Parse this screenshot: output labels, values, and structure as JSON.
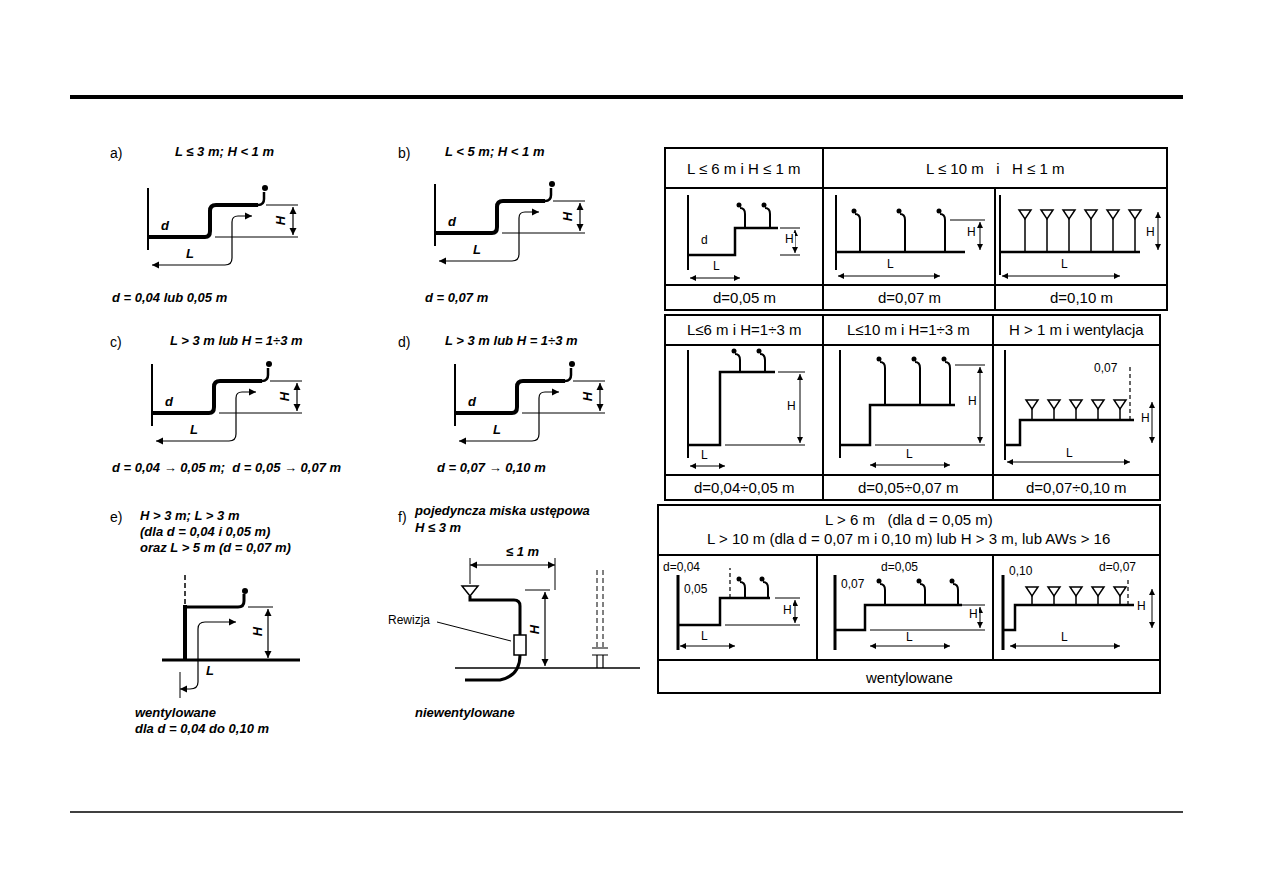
{
  "diagram": {
    "labels": [
      "a)",
      "L ≤ 3 m; H < 1 m",
      "d",
      "L",
      "H",
      "d = 0,04 lub 0,05 m",
      "b)",
      "L < 5 m; H < 1 m",
      "d",
      "L",
      "H",
      "d = 0,07 m",
      "c)",
      "L > 3 m lub H = 1÷3 m",
      "d",
      "L",
      "H",
      "d = 0,04 → 0,05 m;  d = 0,05 → 0,07 m",
      "d)",
      "L > 3 m lub H = 1÷3 m",
      "d",
      "L",
      "H",
      "d = 0,07 → 0,10 m",
      "e)",
      "H > 3 m; L > 3 m",
      "(dla d = 0,04 i 0,05 m)",
      "oraz L > 5 m (d = 0,07 m)",
      "H",
      "L",
      "wentylowane",
      "dla d = 0,04 do 0,10 m",
      "f)",
      "pojedyncza miska ustępowa",
      "H ≤ 3 m",
      "≤ 1 m",
      "Rewizja",
      "H",
      "niewentylowane",
      "L ≤ 6 m i H ≤ 1 m",
      "L ≤ 10 m   i   H ≤ 1 m",
      "d",
      "H",
      "L",
      "H",
      "L",
      "H",
      "L",
      "d=0,05 m",
      "d=0,07 m",
      "d=0,10 m",
      "L≤6 m i H=1÷3 m",
      "L≤10 m i H=1÷3 m",
      "H > 1 m i wentylacja",
      "H",
      "L",
      "H",
      "L",
      "0,07",
      "H",
      "L",
      "d=0,04÷0,05 m",
      "d=0,05÷0,07 m",
      "d=0,07÷0,10 m",
      "L > 6 m   (dla d = 0,05 m)",
      "L > 10 m (dla d = 0,07 m i 0,10 m) lub H > 3 m, lub AWs > 16",
      "d=0,04",
      "0,05",
      "H",
      "L",
      "0,07",
      "d=0,05",
      "H",
      "L",
      "0,10",
      "d=0,07",
      "H",
      "L",
      "wentylowane"
    ]
  }
}
